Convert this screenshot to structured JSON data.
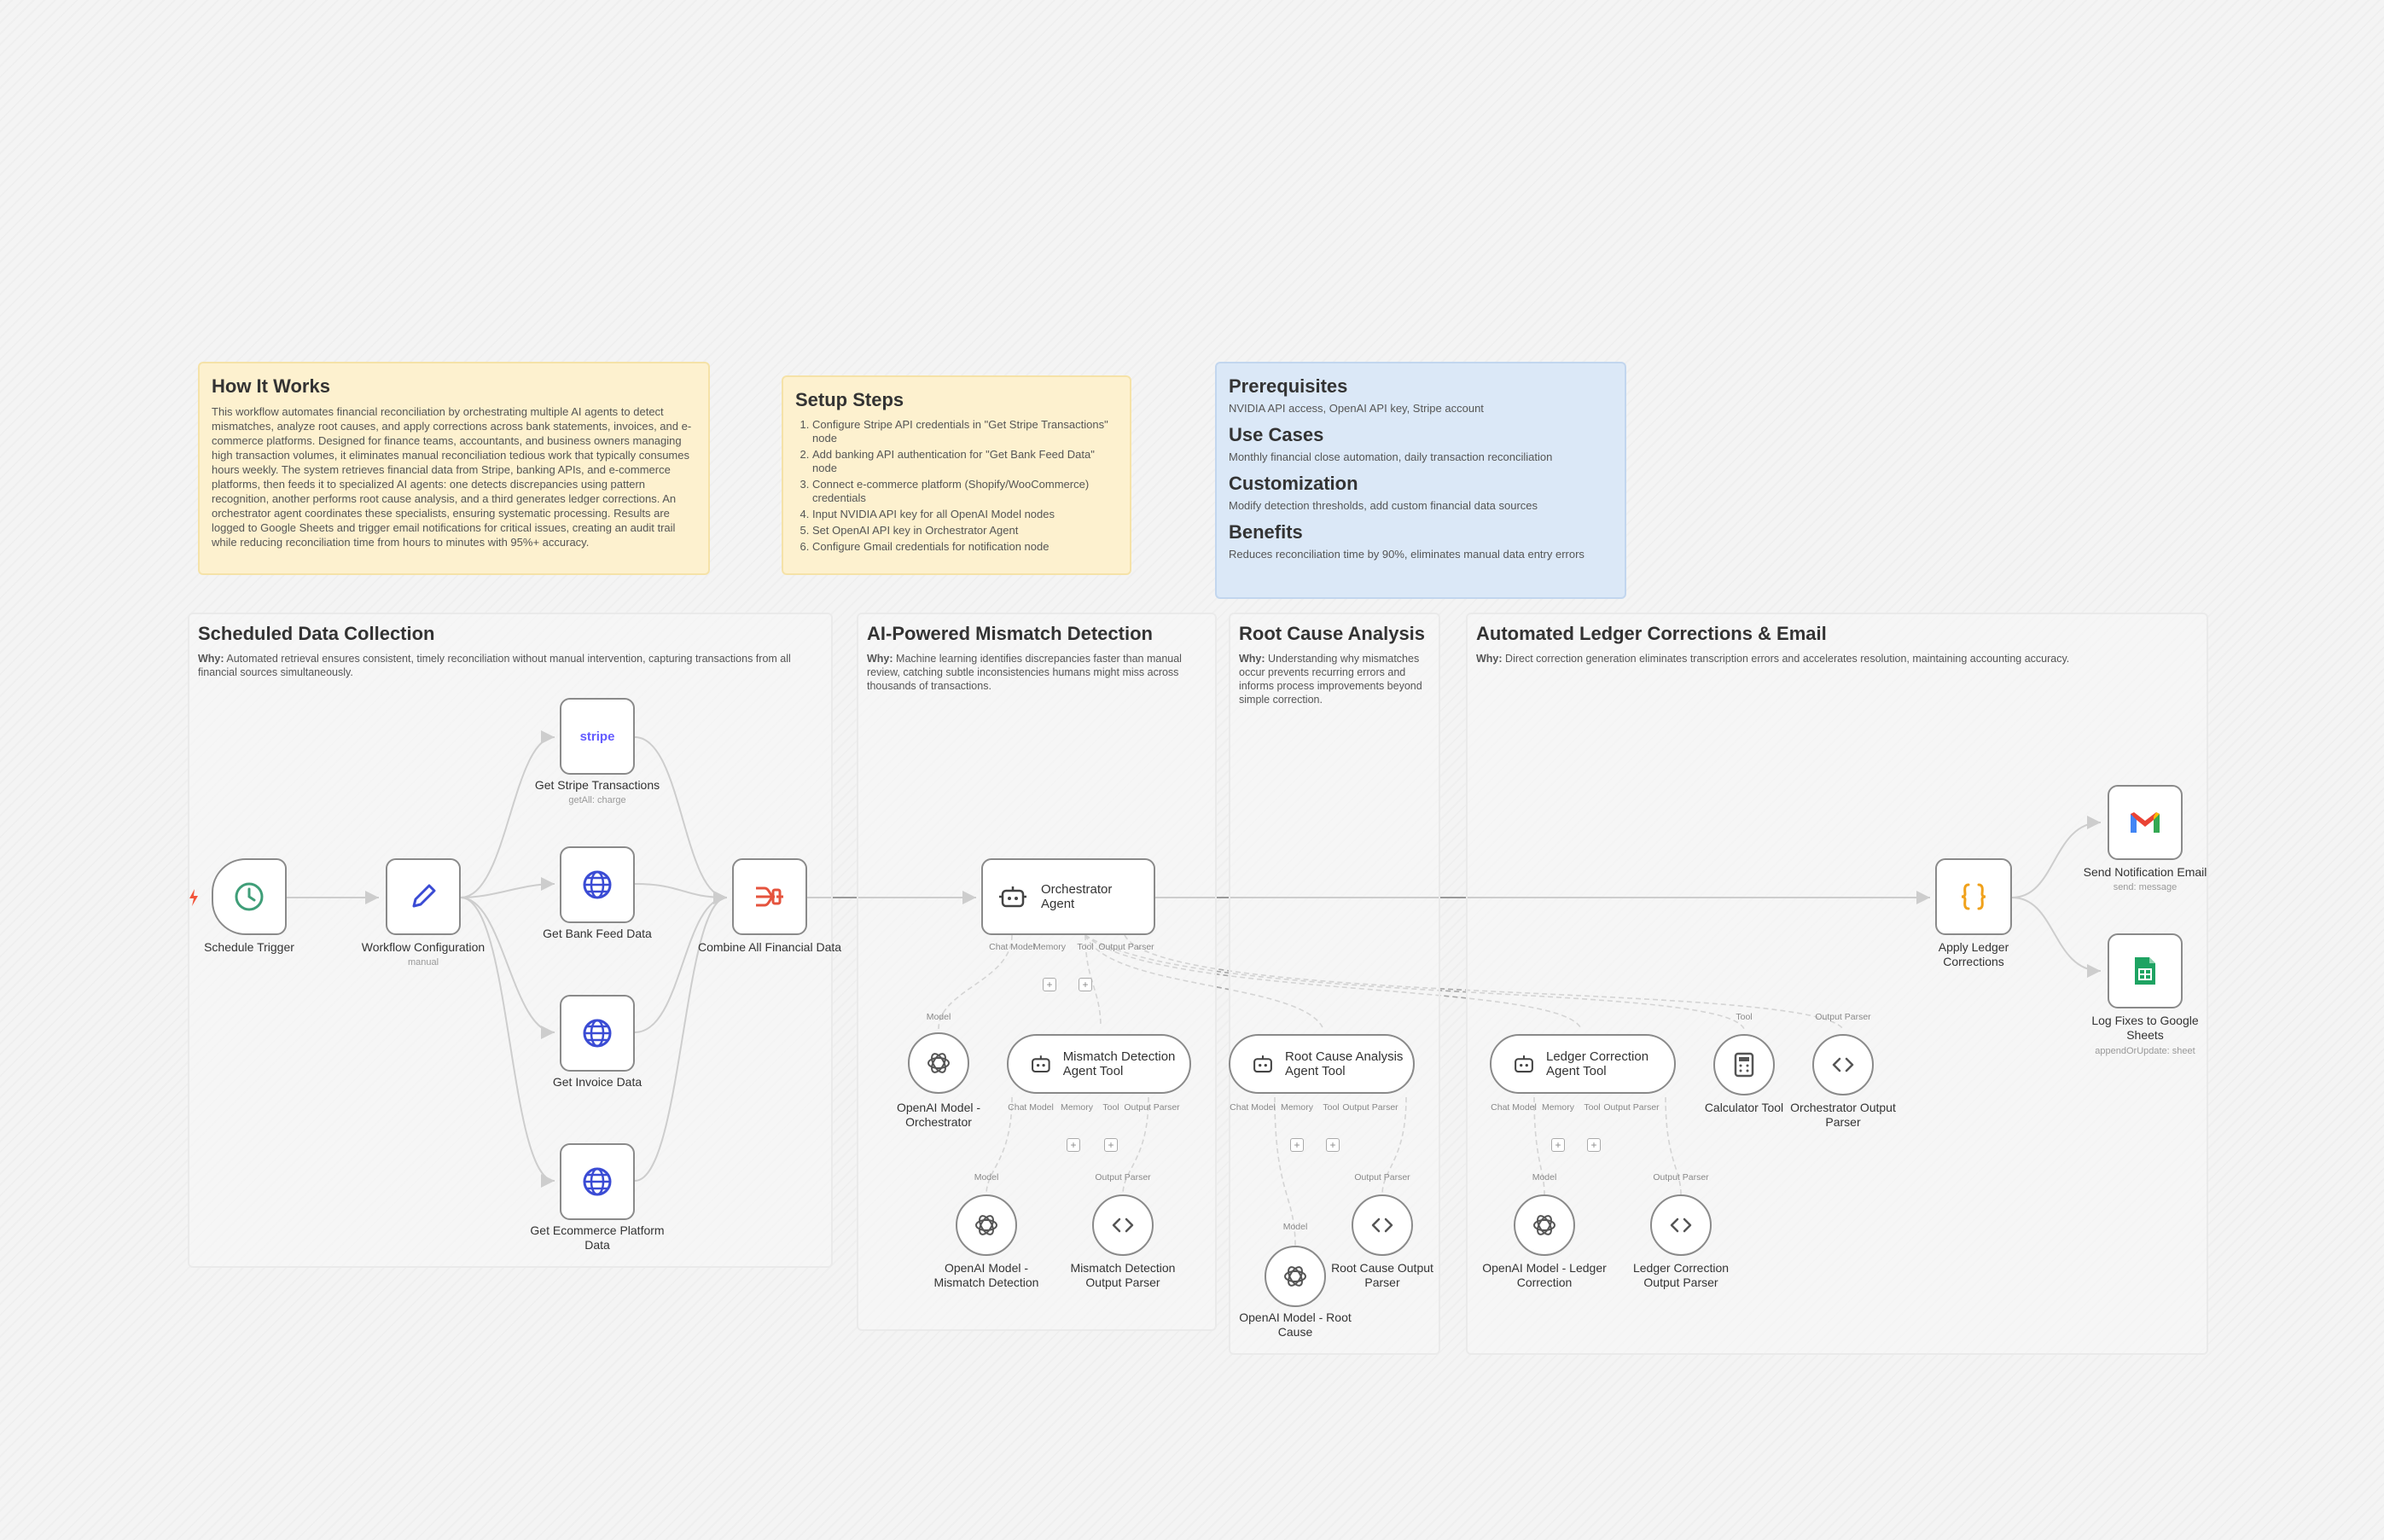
{
  "notes": {
    "how_it_works": {
      "title": "How It Works",
      "body": "This workflow automates financial reconciliation by orchestrating multiple AI agents to detect mismatches, analyze root causes, and apply corrections across bank statements, invoices, and e-commerce platforms. Designed for finance teams, accountants, and business owners managing high transaction volumes, it eliminates manual reconciliation tedious work that typically consumes hours weekly. The system retrieves financial data from Stripe, banking APIs, and e-commerce platforms, then feeds it to specialized AI agents: one detects discrepancies using pattern recognition, another performs root cause analysis, and a third generates ledger corrections. An orchestrator agent coordinates these specialists, ensuring systematic processing. Results are logged to Google Sheets and trigger email notifications for critical issues, creating an audit trail while reducing reconciliation time from hours to minutes with 95%+ accuracy."
    },
    "setup_steps": {
      "title": "Setup Steps",
      "steps": [
        "Configure Stripe API credentials in \"Get Stripe Transactions\" node",
        "Add banking API authentication for \"Get Bank Feed Data\" node",
        "Connect e-commerce platform (Shopify/WooCommerce) credentials",
        "Input NVIDIA API key for all OpenAI Model nodes",
        "Set OpenAI API key in Orchestrator Agent",
        "Configure Gmail credentials for notification node"
      ]
    },
    "info": {
      "prereq_title": "Prerequisites",
      "prereq_body": "NVIDIA API access, OpenAI API key, Stripe account",
      "usecases_title": "Use Cases",
      "usecases_body": "Monthly financial close automation, daily transaction reconciliation",
      "custom_title": "Customization",
      "custom_body": "Modify detection thresholds, add custom financial data sources",
      "benefits_title": "Benefits",
      "benefits_body": "Reduces reconciliation time by 90%, eliminates manual data entry errors"
    }
  },
  "groups": {
    "data_collection": {
      "title": "Scheduled Data Collection",
      "why": "Why:",
      "body": "Automated retrieval ensures consistent, timely reconciliation without manual intervention, capturing transactions from all financial sources simultaneously."
    },
    "mismatch": {
      "title": "AI-Powered Mismatch Detection",
      "why": "Why:",
      "body": "Machine learning identifies discrepancies faster than manual review, catching subtle inconsistencies humans might miss across thousands of transactions."
    },
    "root_cause": {
      "title": "Root Cause Analysis",
      "why": "Why:",
      "body": "Understanding why mismatches occur prevents recurring errors and informs process improvements beyond simple correction."
    },
    "ledger": {
      "title": "Automated Ledger Corrections & Email",
      "why": "Why:",
      "body": "Direct correction generation eliminates transcription errors and accelerates resolution, maintaining accounting accuracy."
    }
  },
  "nodes": {
    "schedule_trigger": {
      "label": "Schedule Trigger"
    },
    "workflow_config": {
      "label": "Workflow Configuration",
      "sub": "manual"
    },
    "stripe": {
      "label": "Get Stripe Transactions",
      "sub": "getAll: charge",
      "logo": "stripe"
    },
    "bank_feed": {
      "label": "Get Bank Feed Data"
    },
    "invoice": {
      "label": "Get Invoice Data"
    },
    "ecommerce": {
      "label": "Get Ecommerce Platform Data"
    },
    "combine": {
      "label": "Combine All Financial Data"
    },
    "orchestrator": {
      "label": "Orchestrator Agent",
      "ports": [
        "Chat Model",
        "Memory",
        "Tool",
        "Output Parser"
      ]
    },
    "openai_orch": {
      "label": "OpenAI Model - Orchestrator",
      "port": "Model"
    },
    "mismatch_tool": {
      "label": "Mismatch Detection Agent Tool",
      "ports": [
        "Chat Model",
        "Memory",
        "Tool",
        "Output Parser"
      ]
    },
    "openai_mismatch": {
      "label": "OpenAI Model - Mismatch Detection",
      "port": "Model"
    },
    "mismatch_parser": {
      "label": "Mismatch Detection Output Parser",
      "port": "Output Parser"
    },
    "root_tool": {
      "label": "Root Cause Analysis Agent Tool",
      "ports": [
        "Chat Model",
        "Memory",
        "Tool",
        "Output Parser"
      ]
    },
    "openai_root": {
      "label": "OpenAI Model - Root Cause",
      "port": "Model"
    },
    "root_parser": {
      "label": "Root Cause Output Parser",
      "port": "Output Parser"
    },
    "ledger_tool": {
      "label": "Ledger Correction Agent Tool",
      "ports": [
        "Chat Model",
        "Memory",
        "Tool",
        "Output Parser"
      ]
    },
    "openai_ledger": {
      "label": "OpenAI Model - Ledger Correction",
      "port": "Model"
    },
    "ledger_parser": {
      "label": "Ledger Correction Output Parser",
      "port": "Output Parser"
    },
    "calculator": {
      "label": "Calculator Tool",
      "port": "Tool"
    },
    "orch_parser": {
      "label": "Orchestrator Output Parser",
      "port": "Output Parser"
    },
    "apply_ledger": {
      "label": "Apply Ledger Corrections"
    },
    "send_email": {
      "label": "Send Notification Email",
      "sub": "send: message"
    },
    "log_sheets": {
      "label": "Log Fixes to Google Sheets",
      "sub": "appendOrUpdate: sheet"
    }
  },
  "plus": "+",
  "colors": {
    "edge": "#9a9a9a",
    "node_border": "#8a8a8a",
    "trigger_icon": "#3f9e78",
    "globe_icon": "#3a4bd4",
    "merge_icon": "#e5533d",
    "code_icon": "#f0a11a",
    "gmail_red": "#ea4335",
    "sheets_green": "#1ea362",
    "stripe_purple": "#635bff",
    "note_yellow": "#fdf1cf",
    "note_blue": "#dbe8f7"
  }
}
